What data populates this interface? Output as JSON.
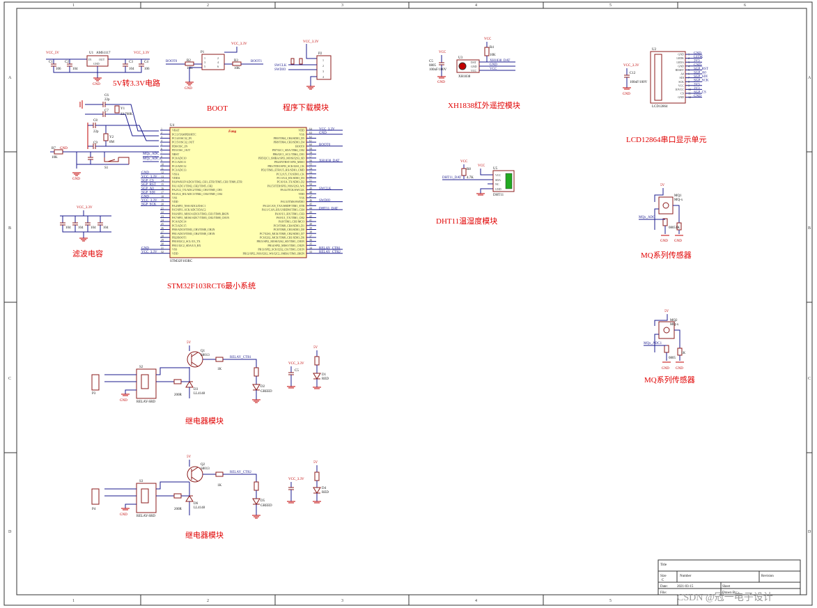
{
  "frame": {
    "columns": [
      "1",
      "2",
      "3",
      "4",
      "5",
      "6"
    ],
    "rows": [
      "A",
      "B",
      "C",
      "D"
    ]
  },
  "titles": {
    "reg": "5V转3.3V电路",
    "boot": "BOOT",
    "download": "程序下载模块",
    "mcu": "STM32F103RCT6最小系统",
    "caps": "滤波电容",
    "relay1": "继电器模块",
    "relay2": "继电器模块",
    "ir": "XH1838红外遥控模块",
    "dht": "DHT11温湿度模块",
    "lcd": "LCD12864串口显示单元",
    "mq1": "MQ系列传感器",
    "mq2": "MQ系列传感器"
  },
  "labels": {
    "vcc5": "VCC_5V",
    "vcc33": "VCC_3.3V",
    "u1": "U1",
    "u1_part": "AMS1117",
    "u1_in": "IN",
    "u1_out": "OUT",
    "u1_gnd": "GND",
    "c106": "106",
    "c104": "104",
    "c1": "C1",
    "c2": "C2",
    "c3": "C3",
    "c4": "C4",
    "gnd": "GND",
    "boot0": "BOOT0",
    "boot1": "BOOT1",
    "r10k": "10K",
    "r2": "R2",
    "r3": "R3",
    "p1": "P1",
    "p2": "P2",
    "swclk": "SWCLK",
    "swdio": "SWDIO",
    "u4": "U4",
    "fang": "Fang",
    "stm_part": "STM32F103RC",
    "c6": "C6",
    "c7": "C7",
    "c8": "C8",
    "c9": "C9",
    "c22p": "22p",
    "y1": "Y1",
    "y1_val": "32.768K",
    "y2": "Y2",
    "y2_val": "8M",
    "r7": "R7",
    "s1": "S1",
    "mq_adc": "MQx_ADC",
    "mq_adc1": "MQx_ADC1",
    "u3": "U3",
    "u3_part": "XH1838",
    "xh_dat": "XH1838_DAT",
    "r4": "R4",
    "c5": "C5",
    "c5_val": "0805",
    "c5_val2": "100nF/100V",
    "u5": "U5",
    "dht11": "DHT11",
    "dht_dat": "DHT11_DAT",
    "dht_vcc": "VCC",
    "dht_sda": "SDA",
    "dht_nc": "NC",
    "r8": "R8",
    "r8_val": "4.7K",
    "u2": "U2",
    "lcd12864": "LCD12864",
    "c12": "C12",
    "mq1_ref": "MQ1",
    "mq2_ref": "MQ2",
    "mqx": "MQ-x",
    "v5": "5V",
    "q1": "Q1",
    "q2": "Q2",
    "s8013": "S8013",
    "relay_ctr1": "RELAY_CTR1",
    "relay_ctr2": "RELAY_CTR2",
    "s2": "S2",
    "s3": "S3",
    "relay_srd": "RELAY-SRD",
    "p3": "P3",
    "p4": "P4",
    "d1": "D1",
    "d2": "D2",
    "d3": "D3",
    "d4": "D4",
    "d5": "D5",
    "d6": "D6",
    "ll4148": "LL4148",
    "red": "RED",
    "green": "GREED",
    "r1k": "1K",
    "r0805": "0805",
    "r200r": "200R",
    "tb_title": "Title",
    "tb_size": "Size",
    "tb_size_val": "C",
    "tb_number": "Number",
    "tb_revision": "Revision",
    "tb_date": "Date:",
    "tb_date_val": "2021-03-15",
    "tb_file": "File:",
    "tb_sheet": "Sheet",
    "tb_drawn": "Drawn By:",
    "watermark": "CSDN @冠一电子设计"
  },
  "mcu_left_pins": [
    "VBAT",
    "PC13/TAMPER/RTC",
    "PC14/OSC32_IN",
    "PC15/OSC32_OUT",
    "PD0/OSC_IN",
    "PD1/OSC_OUT",
    "NRST",
    "PC0/ADC10",
    "PC1/ADC11",
    "PC2/ADC12",
    "PC3/ADC13",
    "VSSA",
    "VDDA",
    "PA0/WKUP/ADC0/TIM2_CH1_ETR/TIM5_CH1/TIM8_ETR",
    "PA1/ADC1/TIM2_CH2/TIM5_CH2",
    "PA2/U2_TX/ADC2/TIM2_CH3/TIM5_CH3",
    "PA3/U2_RX/ADC3/TIM2_CH4/TIM5_CH4",
    "VSS",
    "VDD",
    "PA4/SPI1_NSS/ADC4/DAC1",
    "PA5/SPI1_SCK/ADC5/DAC2",
    "PA6/SPI1_MISO/ADC6/TIM3_CH1/TIM8_BKIN",
    "PA7/SPI1_MOSI/ADC7/TIM3_CH2/TIM8_CH1N",
    "PC4/ADC14",
    "PC5/ADC15",
    "PB0/ADC8/TIM3_CH3/TIM8_CH2N",
    "PB1/ADC9/TIM3_CH4/TIM8_CH3N",
    "PB2/BOOT1",
    "PB10/I2C2_SCL/U3_TX",
    "PB11/I2C2_SDA/U3_RX",
    "VSS",
    "VDD"
  ],
  "mcu_right_pins": [
    "VDD",
    "VSS",
    "PB9/TIM4_CH4/SDIO_D5",
    "PB8/TIM4_CH3/SDIO_D4",
    "BOOT0",
    "PB7/I2C1_SDA/TIM4_CH2",
    "PB6/I2C1_SCL/TIM4_CH1",
    "PB5/I2C1_SMBA/SPI3_MOSI/I2S3_SD",
    "PB4/JNTRST/SPI3_MISO",
    "PB3/JTDO/SPI3_SCK/I2S3_CK",
    "PD2/TIM3_ETR/U5_RX/SDIO_CMD",
    "PC12/U5_TX/SDIO_CK",
    "PC11/U4_RX/SDIO_D3",
    "PC10/U4_TX/SDIO_D2",
    "PA15/JTDI/SPI3_NSS/I2S3_WS",
    "PA14/JTCK/SWCLK",
    "VDD",
    "VSS",
    "PA13/JTMS/SWDIO",
    "PA12/CAN_TX/USBDP/TIM1_ETR",
    "PA11/CAN_RX/USBDM/TIM1_CH4",
    "PA10/U1_RX/TIM1_CH3",
    "PA9/U1_TX/TIM1_CH2",
    "PA8/TIM1_CH1/MCO",
    "PC9/TIM8_CH4/SDIO_D1",
    "PC8/TIM8_CH3/SDIO_D0",
    "PC7/I2S3_MCK/TIM8_CH2/SDIO_D7",
    "PC6/I2S2_MCK/TIM8_CH1/SDIO_D6",
    "PB15/SPI2_MOSI/I2S2_SD/TIM1_CH3N",
    "PB14/SPI2_MISO/TIM1_CH2N",
    "PB13/SPI2_SCK/I2S2_CK/TIM1_CH1N",
    "PB12/SPI2_NSS/I2S2_WS/I2C2_SMBA/TIM1_BKIN"
  ],
  "mcu_left_nets": [
    {
      "row": 11,
      "text": "GND"
    },
    {
      "row": 12,
      "text": "VCC_3.3V"
    },
    {
      "row": 13,
      "text": "SGP_CS"
    },
    {
      "row": 14,
      "text": "SGP_RST"
    },
    {
      "row": 15,
      "text": "SGP_A0"
    },
    {
      "row": 16,
      "text": "SGP_SDI"
    },
    {
      "row": 17,
      "text": "GND"
    },
    {
      "row": 18,
      "text": "VCC_3.3V"
    },
    {
      "row": 19,
      "text": "SGP_SCK"
    },
    {
      "row": 30,
      "text": "GND"
    },
    {
      "row": 31,
      "text": "VCC_3.3V"
    }
  ],
  "mcu_right_nets": [
    {
      "row": 0,
      "text": "VCC_3.3V"
    },
    {
      "row": 1,
      "text": "GND"
    },
    {
      "row": 4,
      "text": "BOOT0"
    },
    {
      "row": 8,
      "text": "XH1838_DAT"
    },
    {
      "row": 15,
      "text": "SWCLK"
    },
    {
      "row": 18,
      "text": "SWDIO"
    },
    {
      "row": 20,
      "text": "DHT11_DAT"
    },
    {
      "row": 30,
      "text": "RELAY_CTR1"
    },
    {
      "row": 31,
      "text": "RELAY_CTR2"
    }
  ],
  "lcd_pins": [
    "GND",
    "LEDK",
    "LEDA",
    "GND",
    "RESET",
    "A0",
    "SDI",
    "SCK",
    "VCC",
    "IOVCC",
    "CS",
    "GND"
  ],
  "lcd_nets": [
    "GND",
    "LEDK",
    "3V3",
    "GND",
    "SGP_RST",
    "SGP_A0",
    "SGP_SDI",
    "SGP_SCK",
    "3V3",
    "3V3",
    "SGP_CS",
    "GND"
  ]
}
